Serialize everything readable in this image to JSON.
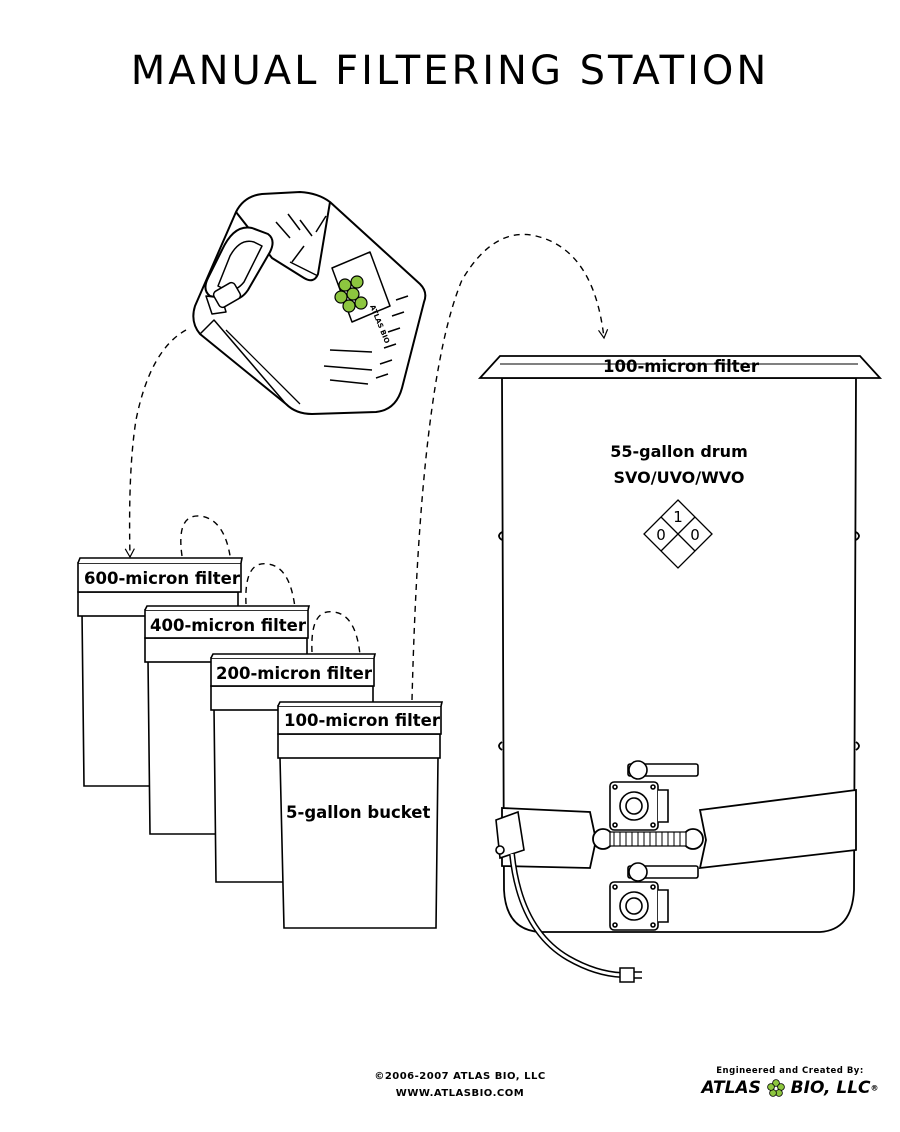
{
  "title": "MANUAL FILTERING STATION",
  "buckets": [
    {
      "filter_label": "600-micron filter"
    },
    {
      "filter_label": "400-micron filter"
    },
    {
      "filter_label": "200-micron filter"
    },
    {
      "filter_label": "100-micron filter",
      "body_label": "5-gallon bucket"
    }
  ],
  "drum": {
    "filter_label": "100-micron filter",
    "name": "55-gallon drum",
    "contents": "SVO/UVO/WVO",
    "hazard": {
      "health": "0",
      "flammability": "1",
      "reactivity": "0"
    }
  },
  "jug": {
    "logo_text": "ATLAS BIO"
  },
  "footer": {
    "copyright": "©2006-2007 ATLAS BIO, LLC",
    "website": "WWW.ATLASBIO.COM",
    "engineered_by": "Engineered and Created By:",
    "brand_left": "ATLAS",
    "brand_right": "BIO, LLC",
    "registered": "®"
  },
  "colors": {
    "logo_green": "#8dc63f",
    "line": "#000000",
    "background": "#ffffff"
  }
}
